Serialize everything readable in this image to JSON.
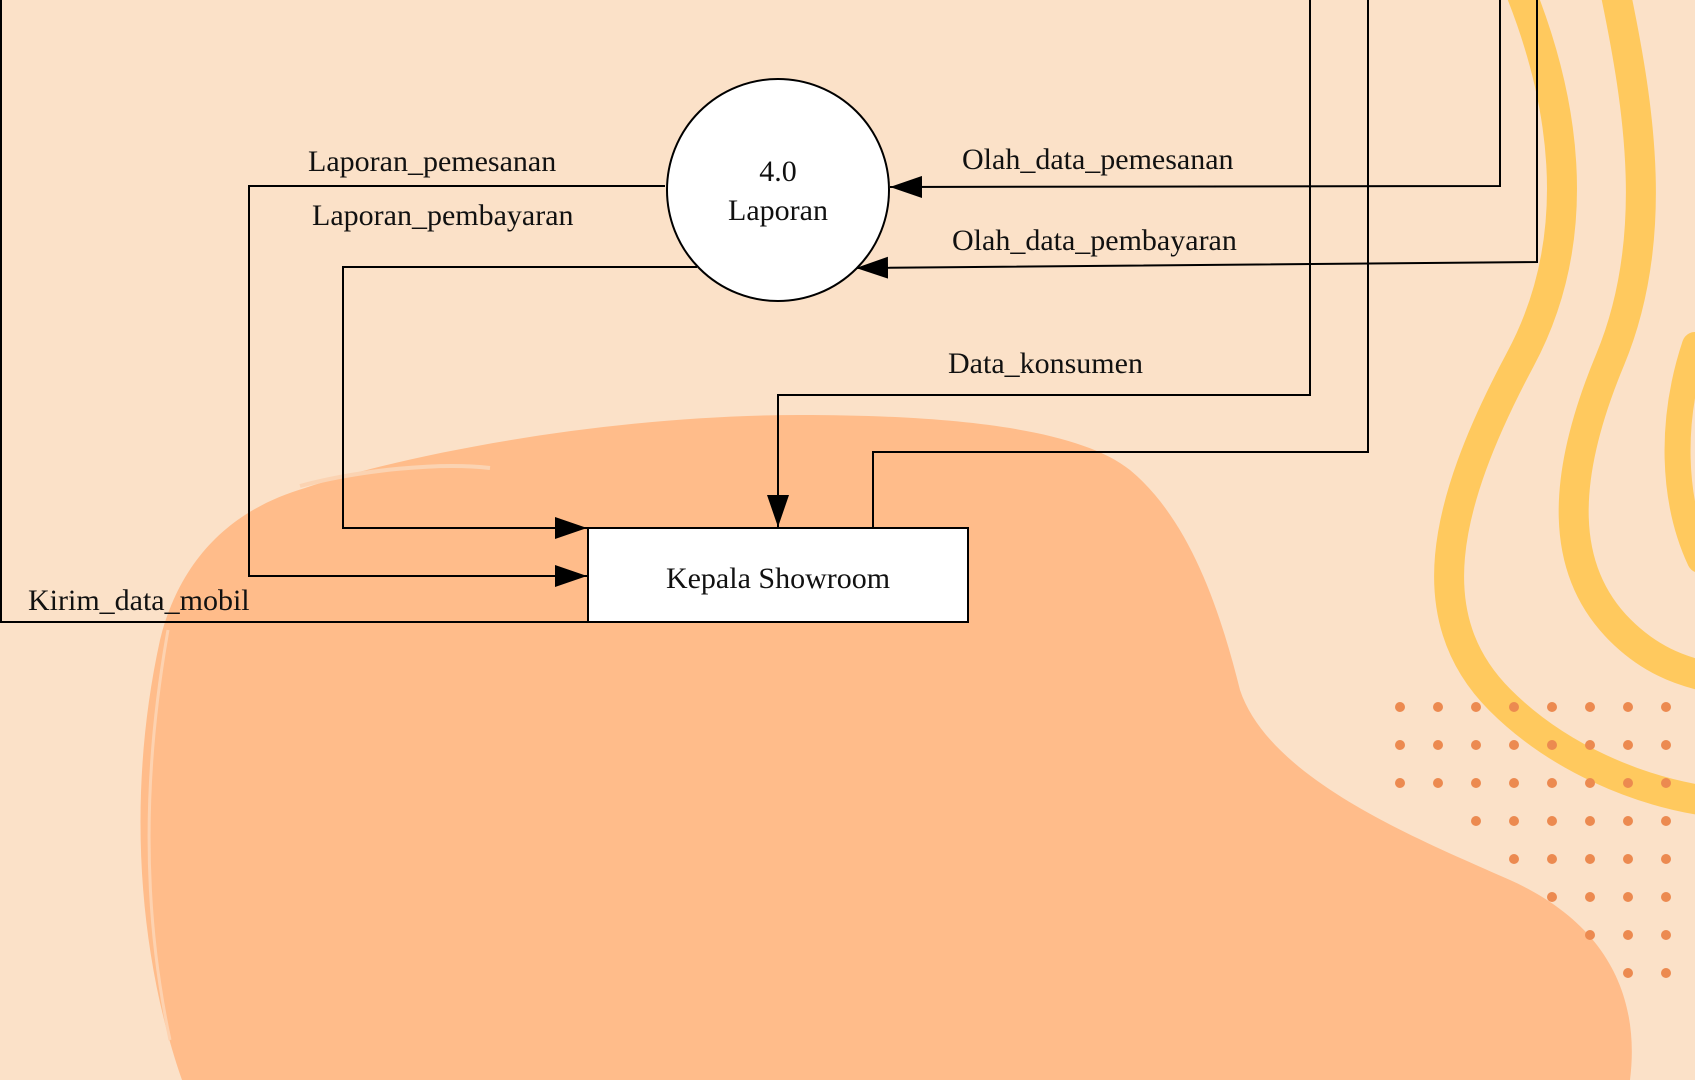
{
  "diagram": {
    "type": "data-flow-diagram",
    "process": {
      "number": "4.0",
      "name": "Laporan"
    },
    "entity": {
      "name": "Kepala Showroom"
    },
    "flows": {
      "laporan_pemesanan": "Laporan_pemesanan",
      "laporan_pembayaran": "Laporan_pembayaran",
      "olah_data_pemesanan": "Olah_data_pemesanan",
      "olah_data_pembayaran": "Olah_data_pembayaran",
      "data_konsumen": "Data_konsumen",
      "kirim_data_mobil": "Kirim_data_mobil"
    }
  },
  "colors": {
    "background": "#fbe1c8",
    "blob": "#ffbc8a",
    "wave": "#ffc95e",
    "dots": "#ec8a50",
    "node_fill": "#ffffff",
    "line": "#000000"
  }
}
